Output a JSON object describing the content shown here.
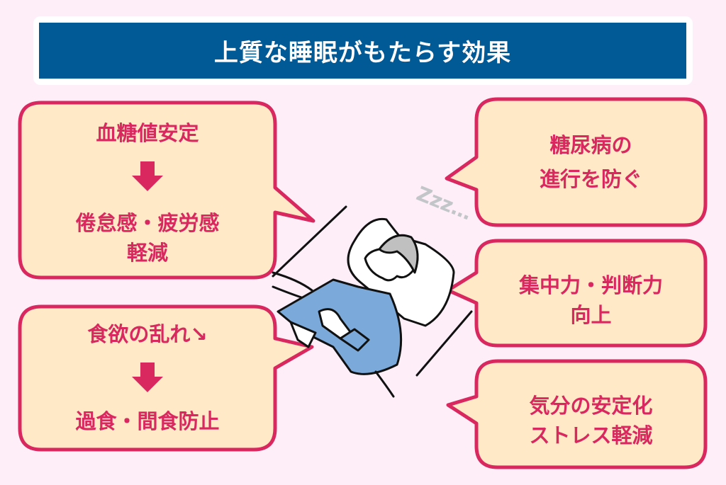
{
  "title": "上質な睡眠がもたらす効果",
  "colors": {
    "background": "#fdeef8",
    "title_bar": "#015a96",
    "bubble_fill": "#ffe9c6",
    "bubble_border": "#d9275f",
    "pajama": "#7ba9da",
    "hair": "#c0c0c0",
    "zzz": "#c3c6c8"
  },
  "left_bubbles": [
    {
      "top": "血糖値安定",
      "bottom_lines": [
        "倦怠感・疲労感",
        "軽減"
      ]
    },
    {
      "top": "食欲の乱れ↘",
      "bottom_lines": [
        "過食・間食防止"
      ]
    }
  ],
  "right_bubbles": [
    {
      "lines": [
        "糖尿病の",
        "進行を防ぐ"
      ]
    },
    {
      "lines": [
        "集中力・判断力",
        "向上"
      ]
    },
    {
      "lines": [
        "気分の安定化",
        "ストレス軽減"
      ]
    }
  ],
  "sleep_sound": "Zzz…"
}
